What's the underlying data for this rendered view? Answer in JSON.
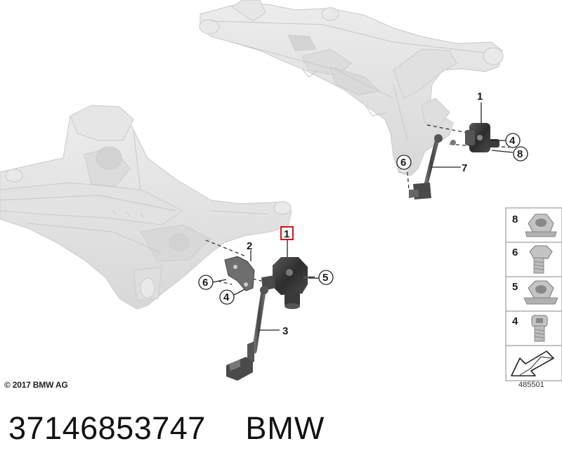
{
  "diagram": {
    "callouts": {
      "rear": [
        "1",
        "4",
        "8",
        "6",
        "7"
      ],
      "front": [
        "1",
        "2",
        "6",
        "4",
        "5",
        "3"
      ]
    },
    "legend": [
      "8",
      "6",
      "5",
      "4"
    ],
    "copyright": "© 2017 BMW AG",
    "diagram_id": "485501"
  },
  "caption": {
    "part_number": "37146853747",
    "brand": "BMW"
  },
  "colors": {
    "subframe": "#e4e4e4",
    "subframe_edge": "#cfcfcf",
    "part_dark": "#3a3a3a",
    "part_mid": "#6a6a6a",
    "highlight": "#cc0000"
  }
}
